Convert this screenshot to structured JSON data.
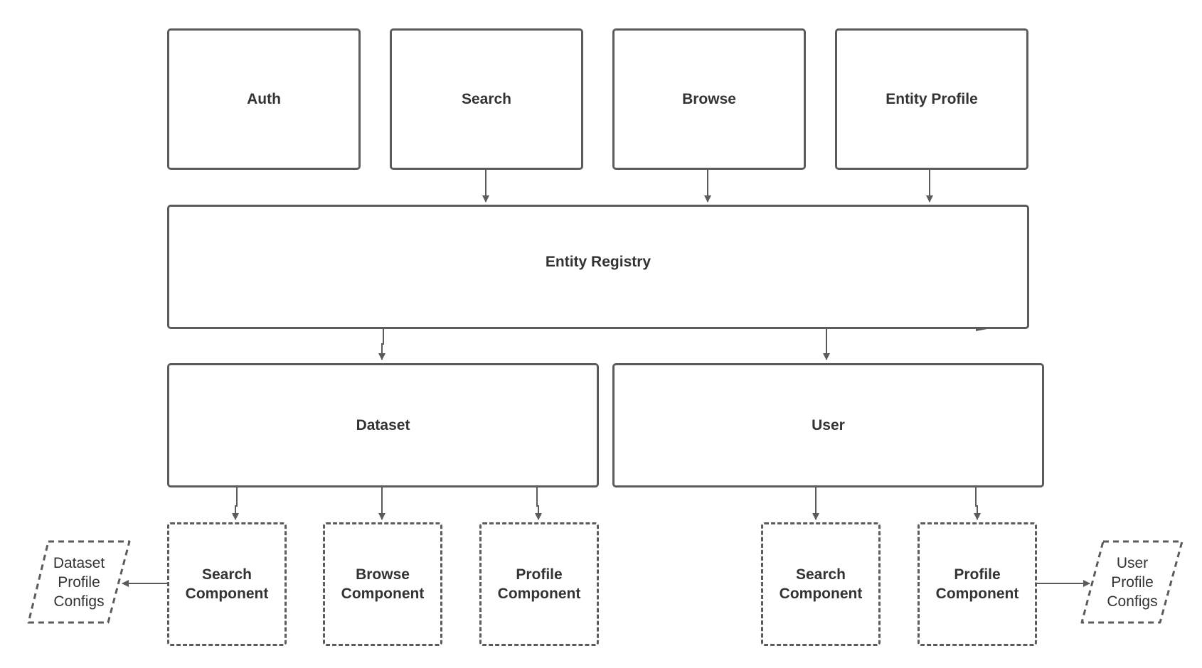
{
  "diagram": {
    "top_modules": {
      "auth": "Auth",
      "search": "Search",
      "browse": "Browse",
      "entity_profile": "Entity Profile"
    },
    "registry": "Entity Registry",
    "entities": {
      "dataset": "Dataset",
      "user": "User"
    },
    "dataset_components": {
      "search": "Search\nComponent",
      "browse": "Browse\nComponent",
      "profile": "Profile\nComponent"
    },
    "user_components": {
      "search": "Search\nComponent",
      "profile": "Profile\nComponent"
    },
    "configs": {
      "dataset": "Dataset\nProfile\nConfigs",
      "user": "User\nProfile\nConfigs"
    }
  },
  "colors": {
    "stroke": "#5b5b5b",
    "text": "#333333",
    "background": "#ffffff"
  }
}
